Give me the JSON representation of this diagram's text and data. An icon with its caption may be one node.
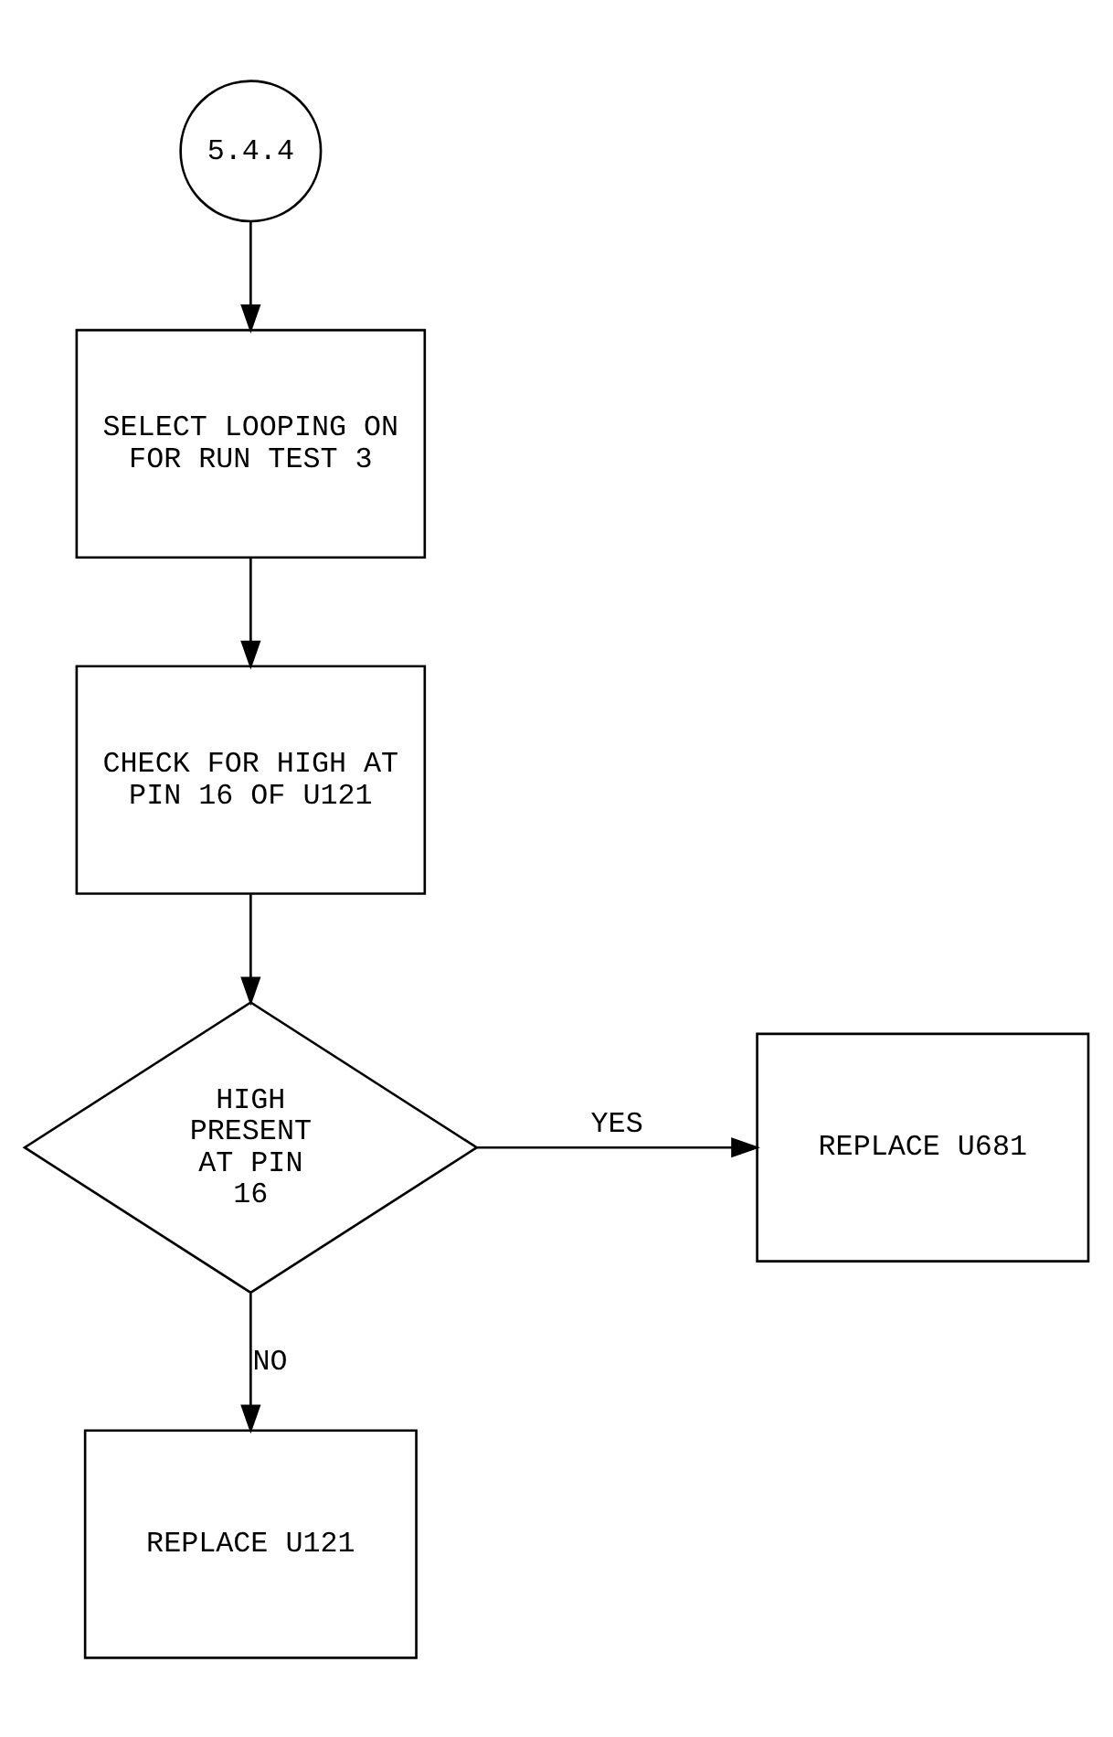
{
  "diagram": {
    "nodes": [
      {
        "text": [
          "5.4.4"
        ]
      },
      {
        "text": [
          "SELECT LOOPING ON FOR RUN TEST 3"
        ]
      },
      {
        "text": [
          "CHECK FOR HIGH AT PIN 16 OF U121"
        ]
      },
      {
        "text": [
          "HIGH PRESENT AT PIN 16"
        ]
      },
      {
        "text": [
          "REPLACE U681"
        ]
      },
      {
        "text": [
          "REPLACE U121"
        ]
      }
    ],
    "edges": [
      {
        "from": 0,
        "to": 1,
        "arrow": "to"
      },
      {
        "from": 1,
        "to": 2,
        "arrow": "to"
      },
      {
        "from": 2,
        "to": 3,
        "arrow": "to"
      },
      {
        "from": 3,
        "to": 4,
        "arrow": "to",
        "label": "YES"
      },
      {
        "from": 3,
        "to": 5,
        "arrow": "to",
        "label": "NO"
      }
    ]
  }
}
